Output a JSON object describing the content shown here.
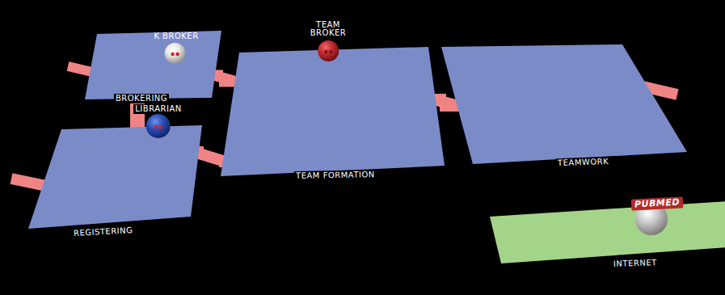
{
  "diagram": {
    "nodes": [
      {
        "text": [
          "BROKERING"
        ]
      },
      {
        "text": [
          "K BROKER"
        ],
        "in": 0
      },
      {
        "text": [
          "TEAM FORMATION"
        ]
      },
      {
        "text": [
          "TEAM BROKER"
        ],
        "in": 2
      },
      {
        "text": [
          "TEAMWORK"
        ]
      },
      {
        "text": [
          "REGISTERING"
        ]
      },
      {
        "text": [
          "LIBRARIAN"
        ],
        "in": 5
      },
      {
        "text": [
          "INTERNET"
        ]
      },
      {
        "text": [
          "PUBMED"
        ],
        "in": 7
      }
    ],
    "edges": [
      {
        "from": 0,
        "to": 2,
        "arrow": "none"
      },
      {
        "from": 0,
        "to": 5,
        "arrow": "none"
      },
      {
        "from": 5,
        "to": 2,
        "arrow": "none"
      },
      {
        "from": 2,
        "to": 4,
        "arrow": "none"
      }
    ]
  }
}
